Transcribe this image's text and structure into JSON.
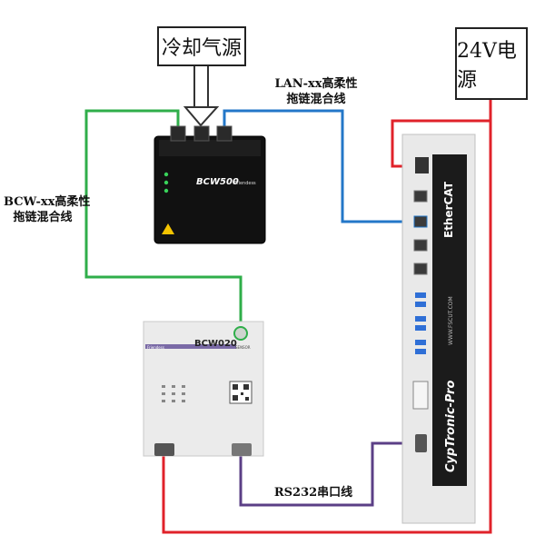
{
  "labels": {
    "cooling_air": "冷却气源",
    "power_24v": "24V电源",
    "lan_cable_line1": "LAN-xx高柔性",
    "lan_cable_line2": "拖链混合线",
    "bcw_cable_line1": "BCW-xx高柔性",
    "bcw_cable_line2": "拖链混合线",
    "rs232_cable": "RS232串口线"
  },
  "devices": {
    "bcw500": {
      "name": "BCW500",
      "brand": "Friendess"
    },
    "bcw020": {
      "name": "BCW020",
      "brand": "Friendess",
      "sensor_label": "SENSOR"
    },
    "controller": {
      "name": "CypTronic-Pro",
      "ethercat": "EtherCAT",
      "url": "WWW.FSCUT.COM"
    }
  },
  "colors": {
    "green": "#2fae4a",
    "blue": "#2377c8",
    "red": "#e0222a",
    "purple": "#5b3f86",
    "black": "#1a1a1a"
  }
}
